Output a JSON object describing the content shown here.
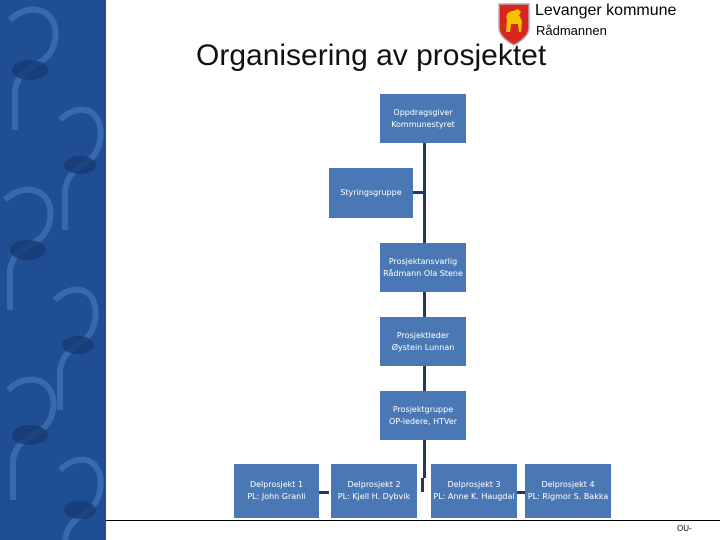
{
  "header": {
    "org_name": "Levanger kommune",
    "org_sub": "Rådmannen"
  },
  "title": "Organisering av prosjektet",
  "colors": {
    "sidebar": "#1f4e93",
    "box": "#4a78b4",
    "connector": "#1f3864"
  },
  "org_chart": {
    "oppdragsgiver": {
      "line1": "Oppdragsgiver",
      "line2": "Kommunestyret"
    },
    "styringsgruppe": {
      "line1": "Styringsgruppe"
    },
    "prosjektansvarlig": {
      "line1": "Prosjektansvarlig",
      "line2": "Rådmann Ola Stene"
    },
    "prosjektleder": {
      "line1": "Prosjektleder",
      "line2": "Øystein Lunnan"
    },
    "prosjektgruppe": {
      "line1": "Prosjektgruppe",
      "line2": "OP-ledere, HTVer"
    },
    "delprosjekt1": {
      "line1": "Delprosjekt 1",
      "line2": "PL: John Granli"
    },
    "delprosjekt2": {
      "line1": "Delprosjekt 2",
      "line2": "PL: Kjell H. Dybvik"
    },
    "delprosjekt3": {
      "line1": "Delprosjekt 3",
      "line2": "PL: Anne K. Haugdal"
    },
    "delprosjekt4": {
      "line1": "Delprosjekt 4",
      "line2": "PL: Rigmor S. Bakka"
    }
  },
  "footer": {
    "text": "OU-"
  }
}
